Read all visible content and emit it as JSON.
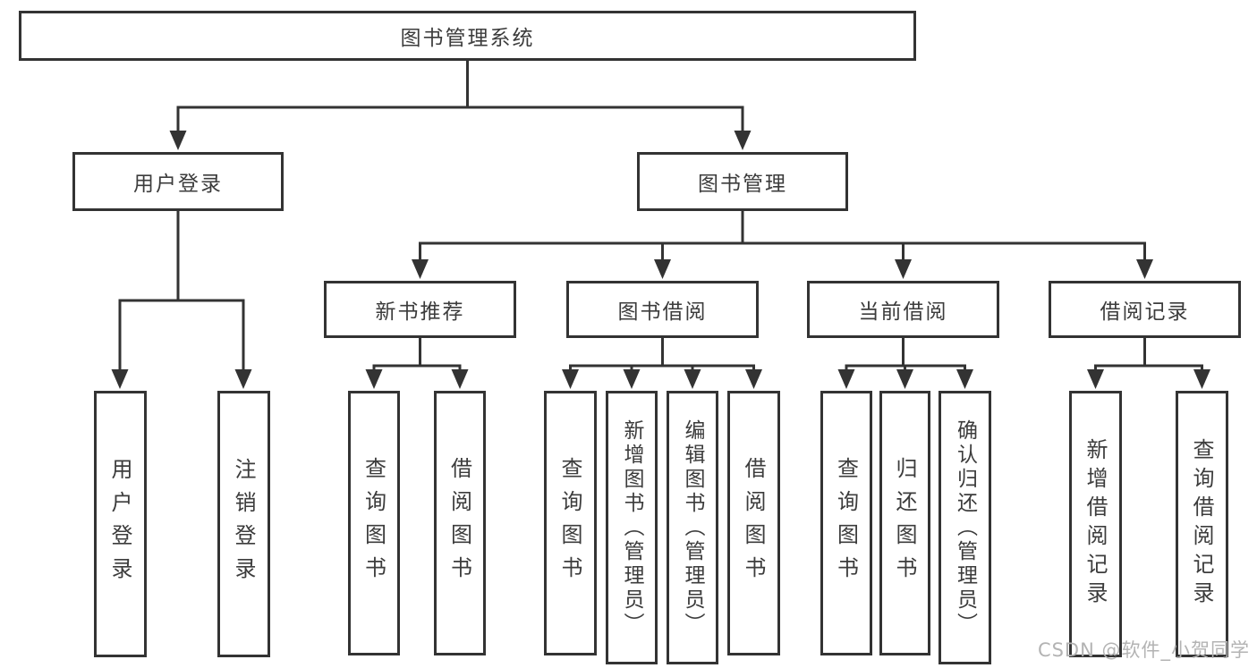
{
  "tree": {
    "label": "图书管理系统",
    "children": [
      {
        "label": "用户登录",
        "children": [
          {
            "label": "用户登录"
          },
          {
            "label": "注销登录"
          }
        ]
      },
      {
        "label": "图书管理",
        "children": [
          {
            "label": "新书推荐",
            "children": [
              {
                "label": "查询图书"
              },
              {
                "label": "借阅图书"
              }
            ]
          },
          {
            "label": "图书借阅",
            "children": [
              {
                "label": "查询图书"
              },
              {
                "label": "新增图书（管理员）"
              },
              {
                "label": "编辑图书（管理员）"
              },
              {
                "label": "借阅图书"
              }
            ]
          },
          {
            "label": "当前借阅",
            "children": [
              {
                "label": "查询图书"
              },
              {
                "label": "归还图书"
              },
              {
                "label": "确认归还（管理员）"
              }
            ]
          },
          {
            "label": "借阅记录",
            "children": [
              {
                "label": "新增借阅记录"
              },
              {
                "label": "查询借阅记录"
              }
            ]
          }
        ]
      }
    ]
  },
  "watermark": {
    "text": "CSDN @软件_小贺同学"
  },
  "colors": {
    "line": "#333333",
    "border": "#333333",
    "text": "#3c3c3c",
    "background": "#ffffff",
    "watermark": "#b3b3b3"
  }
}
